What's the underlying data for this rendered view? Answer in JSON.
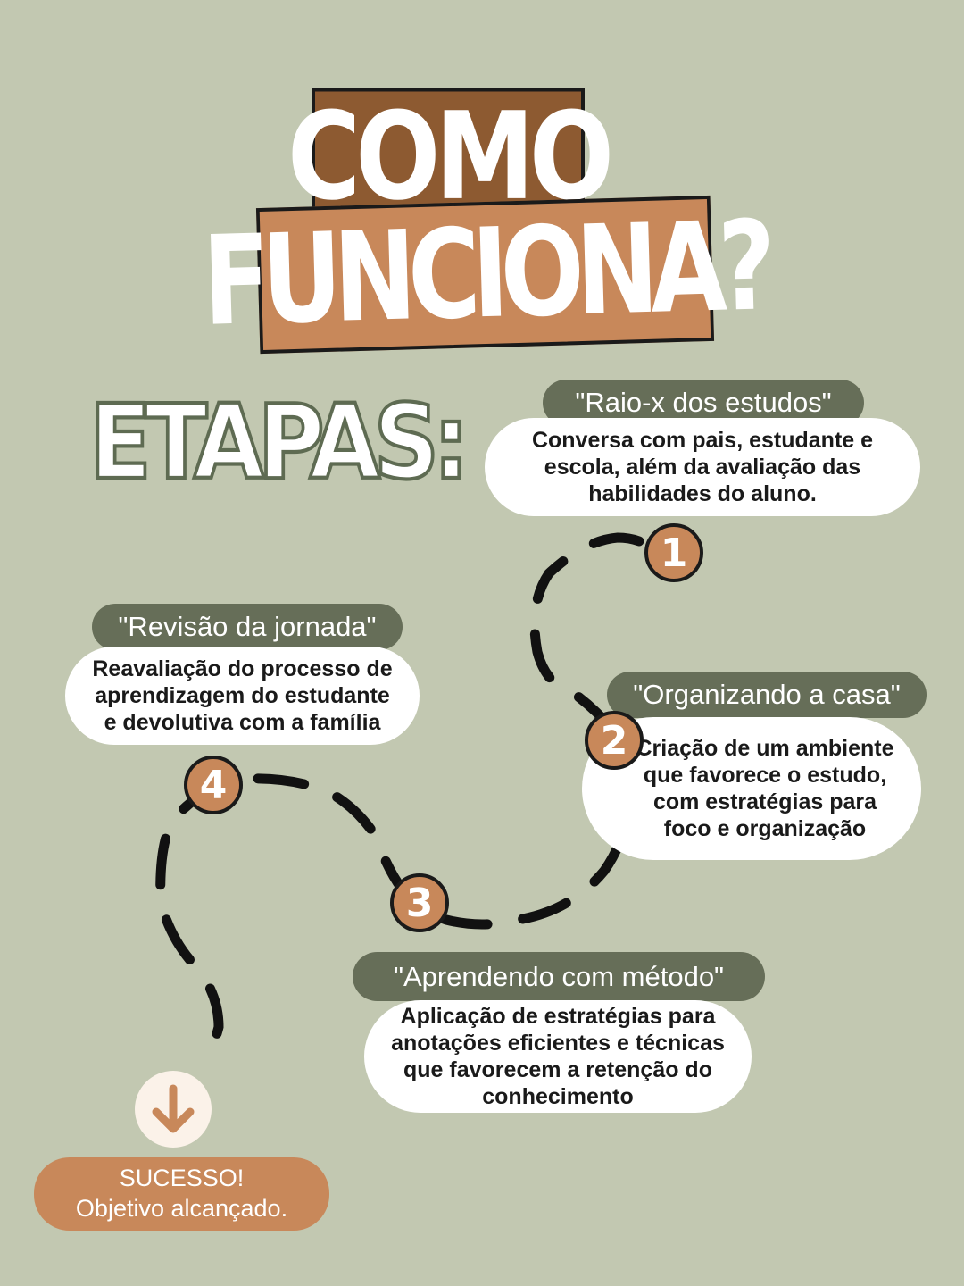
{
  "title": {
    "line1": "COMO",
    "line2": "FUNCIONA?"
  },
  "heading": "ETAPAS:",
  "steps": [
    {
      "number": "1",
      "label": "\"Raio-x dos estudos\"",
      "description": "Conversa com pais, estudante e escola, além da avaliação das habilidades do aluno."
    },
    {
      "number": "2",
      "label": "\"Organizando a casa\"",
      "description": "Criação de um ambiente que favorece o estudo, com estratégias para foco e organização"
    },
    {
      "number": "3",
      "label": "\"Aprendendo com método\"",
      "description": "Aplicação de estratégias para anotações eficientes e técnicas que favorecem a retenção do conhecimento"
    },
    {
      "number": "4",
      "label": "\"Revisão da jornada\"",
      "description": "Reavaliação do processo de aprendizagem do estudante e devolutiva com a família"
    }
  ],
  "success": {
    "line1": "SUCESSO!",
    "line2": "Objetivo alcançado."
  },
  "icons": {
    "arrow": "arrow-down-icon"
  },
  "colors": {
    "background": "#c2c8b1",
    "brown": "#8d5a31",
    "tan": "#c8885a",
    "label_green": "#666e58",
    "outline": "#1a1a1a"
  }
}
